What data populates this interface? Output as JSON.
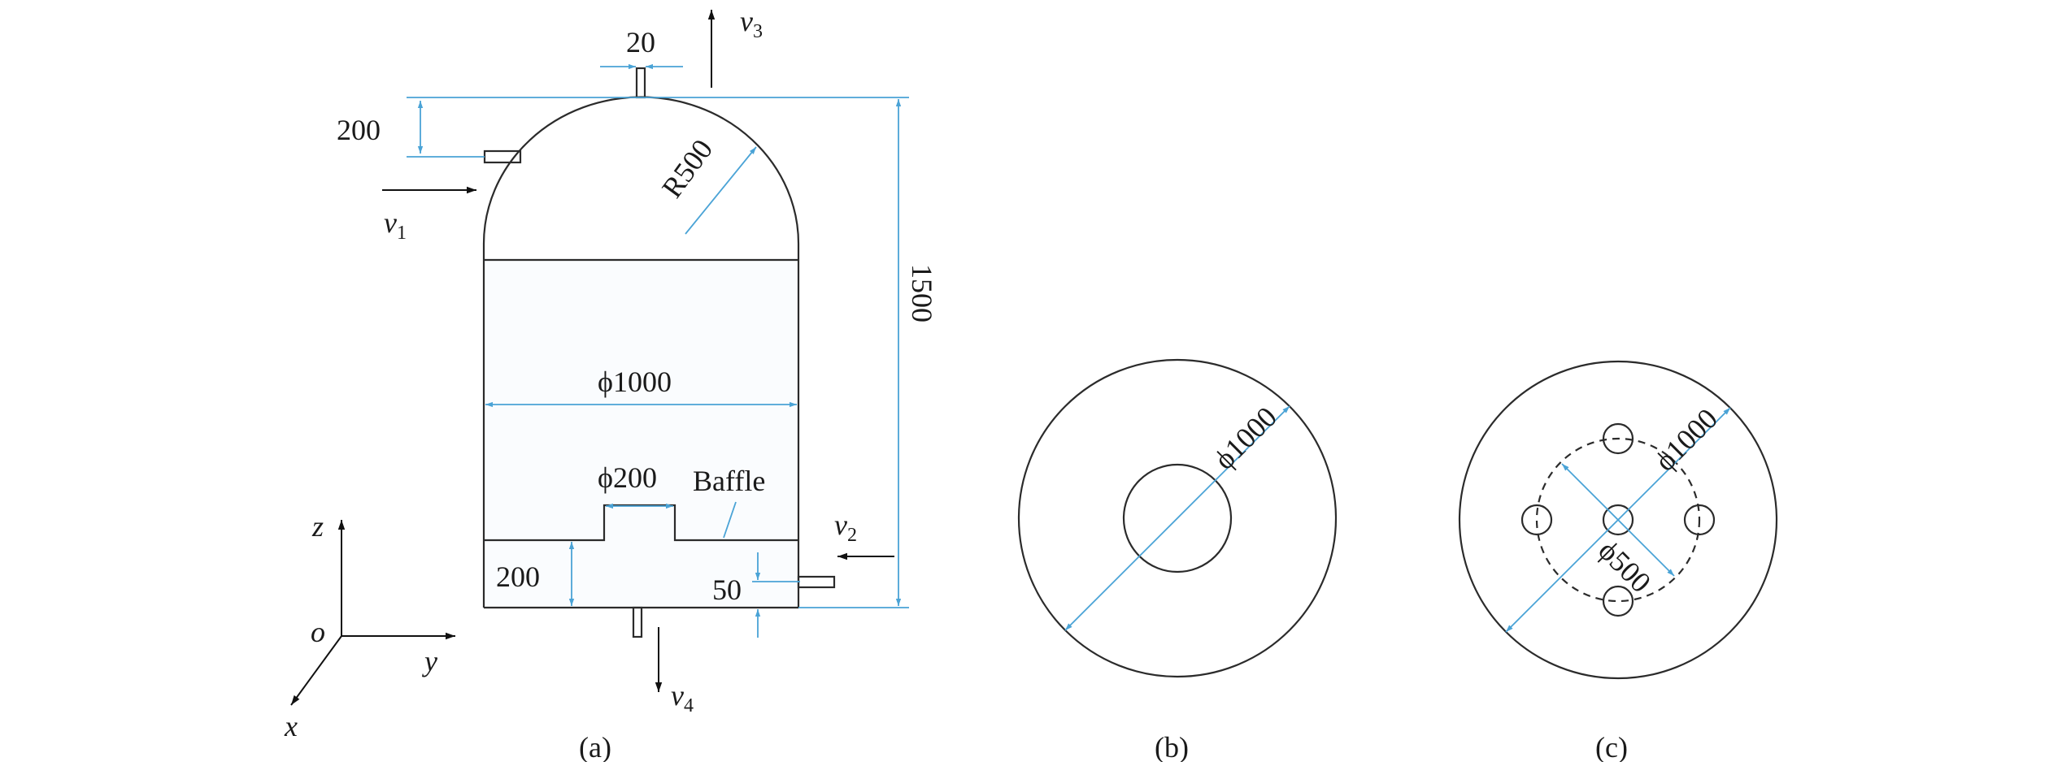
{
  "figure": {
    "panel_a": {
      "caption": "(a)",
      "dims": {
        "nozzle_width": "20",
        "inlet_height": "200",
        "dome_radius": "R500",
        "total_height": "1500",
        "diameter": "ϕ1000",
        "hole_diameter": "ϕ200",
        "baffle_height": "200",
        "outlet_height": "50"
      },
      "baffle_label": "Baffle",
      "velocities": [
        {
          "main": "v",
          "sub": "1"
        },
        {
          "main": "v",
          "sub": "2"
        },
        {
          "main": "v",
          "sub": "3"
        },
        {
          "main": "v",
          "sub": "4"
        }
      ],
      "axes": {
        "origin": "o",
        "x": "x",
        "y": "y",
        "z": "z"
      }
    },
    "panel_b": {
      "caption": "(b)",
      "diameter": "ϕ1000"
    },
    "panel_c": {
      "caption": "(c)",
      "diameter": "ϕ1000",
      "pitch_diameter": "ϕ500"
    }
  },
  "colors": {
    "outline": "#2b2b2b",
    "dimension": "#4aa3d6",
    "fill": "#fafcfe"
  }
}
